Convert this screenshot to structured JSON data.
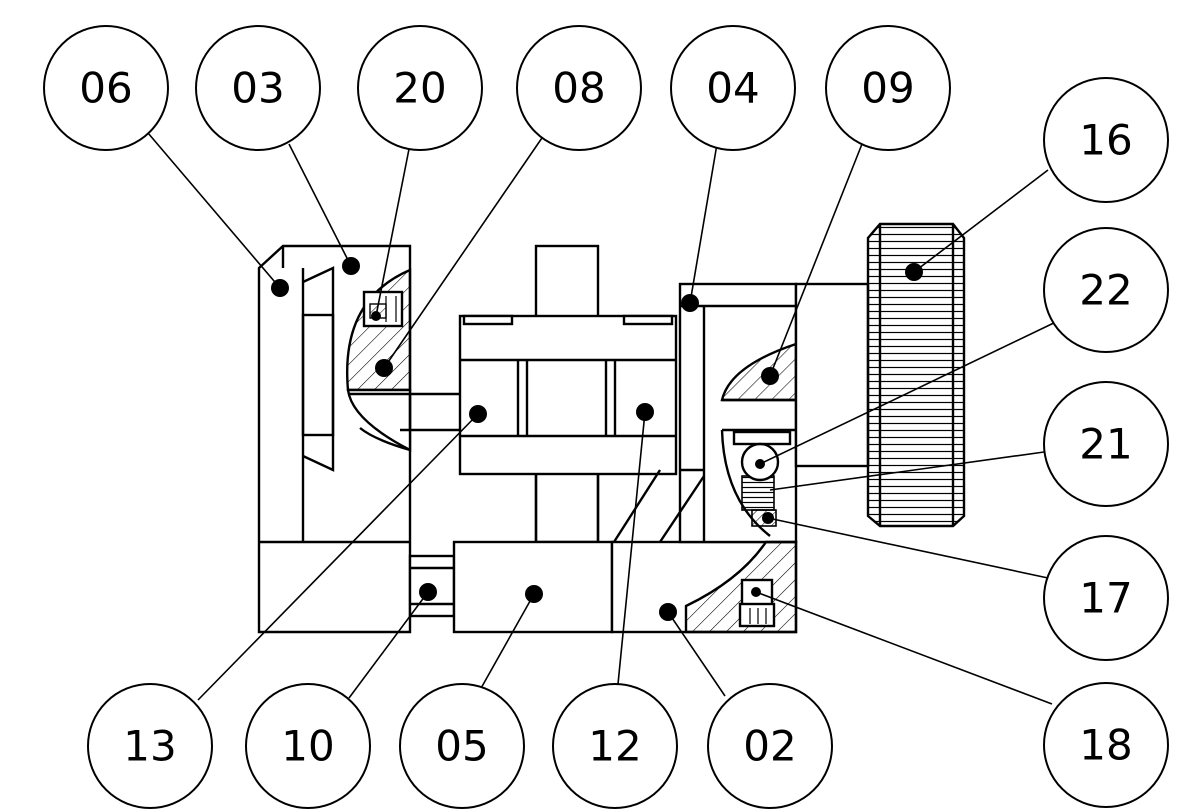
{
  "diagram": {
    "type": "assembly section drawing with balloon callouts",
    "callouts": [
      {
        "id": "06"
      },
      {
        "id": "03"
      },
      {
        "id": "20"
      },
      {
        "id": "08"
      },
      {
        "id": "04"
      },
      {
        "id": "09"
      },
      {
        "id": "16"
      },
      {
        "id": "22"
      },
      {
        "id": "21"
      },
      {
        "id": "17"
      },
      {
        "id": "18"
      },
      {
        "id": "13"
      },
      {
        "id": "10"
      },
      {
        "id": "05"
      },
      {
        "id": "12"
      },
      {
        "id": "02"
      }
    ]
  }
}
